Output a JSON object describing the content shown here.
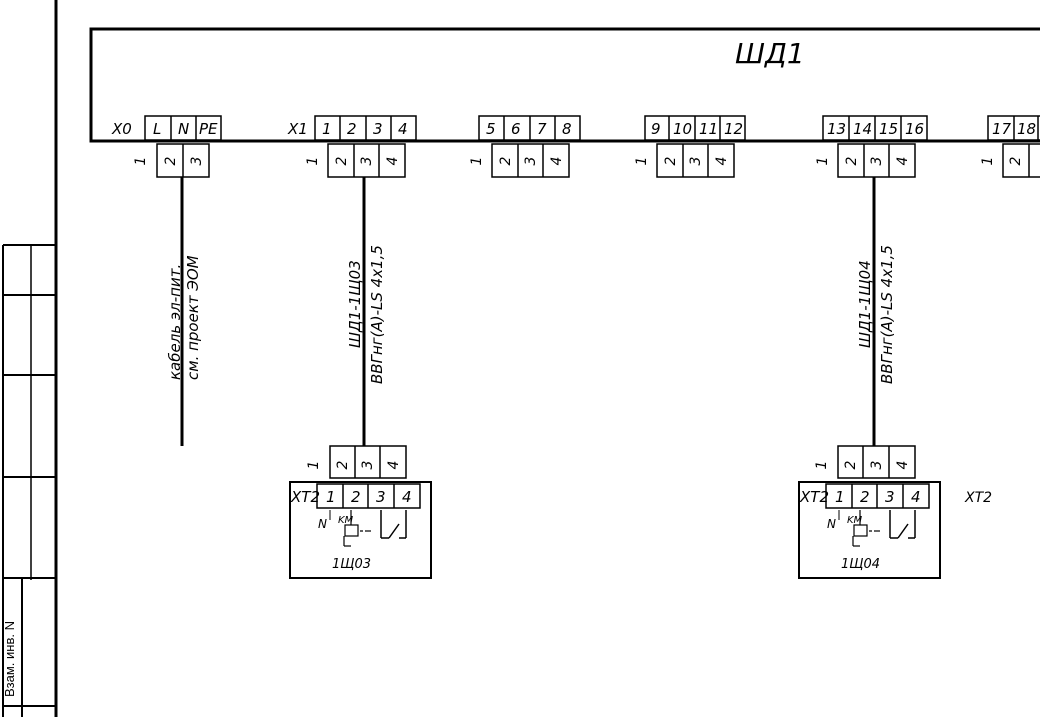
{
  "title_block": {
    "stamp_label": "Взам. инв. N"
  },
  "panel": {
    "name": "ШД1",
    "strips": [
      {
        "label": "X0",
        "terminals": [
          "L",
          "N",
          "PE"
        ]
      },
      {
        "label": "X1",
        "groups": [
          [
            "1",
            "2",
            "3",
            "4"
          ],
          [
            "5",
            "6",
            "7",
            "8"
          ],
          [
            "9",
            "10",
            "11",
            "12"
          ],
          [
            "13",
            "14",
            "15",
            "16"
          ],
          [
            "17",
            "18"
          ]
        ]
      }
    ]
  },
  "pin_numbers": [
    "1",
    "2",
    "3",
    "4"
  ],
  "x0_pin_numbers": [
    "1",
    "2",
    "3"
  ],
  "cables": [
    {
      "line1": "кабель эл-пит.",
      "line2": "см. проект ЭОМ"
    },
    {
      "line1": "ШД1-1Щ03",
      "line2": "ВВГнг(А)-LS 4x1,5"
    },
    {
      "line1": "ШД1-1Щ04",
      "line2": "ВВГнг(А)-LS 4x1,5"
    }
  ],
  "devices": [
    {
      "strip": "XT2",
      "pins": [
        "1",
        "2",
        "3",
        "4"
      ],
      "n_label": "N",
      "coil_label": "KM",
      "name": "1Щ03"
    },
    {
      "strip": "XT2",
      "pins": [
        "1",
        "2",
        "3",
        "4"
      ],
      "n_label": "N",
      "coil_label": "KM",
      "name": "1Щ04",
      "extra_label": "XT2"
    }
  ]
}
